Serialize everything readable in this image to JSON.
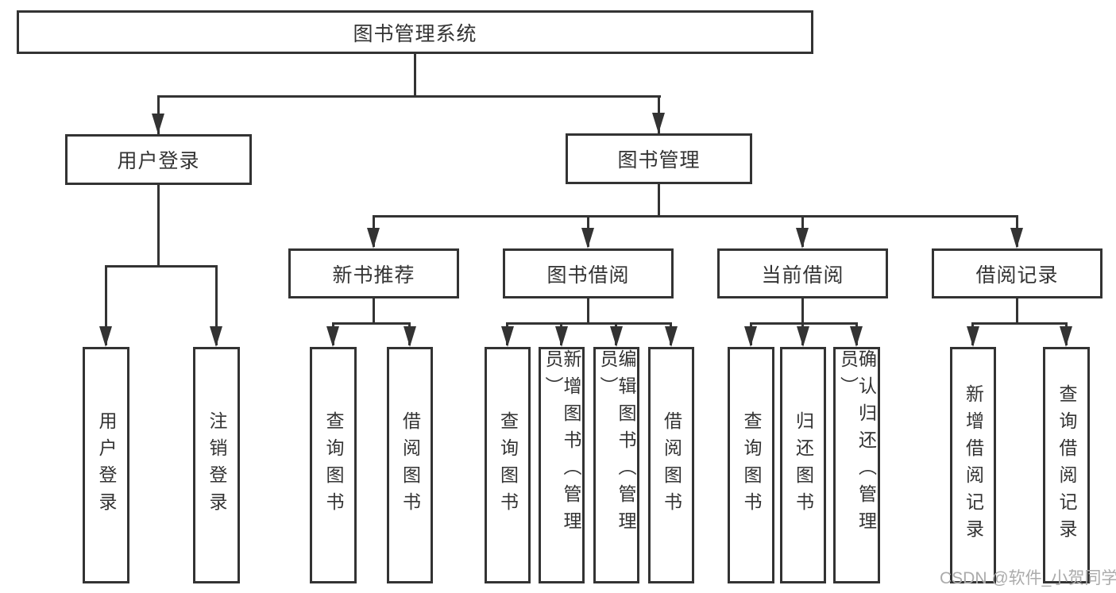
{
  "tree": {
    "label": "图书管理系统",
    "children": [
      {
        "label": "用户登录",
        "children": [
          {
            "label": "用户登录"
          },
          {
            "label": "注销登录"
          }
        ]
      },
      {
        "label": "图书管理",
        "children": [
          {
            "label": "新书推荐",
            "children": [
              {
                "label": "查询图书"
              },
              {
                "label": "借阅图书"
              }
            ]
          },
          {
            "label": "图书借阅",
            "children": [
              {
                "label": "查询图书"
              },
              {
                "label": "新增图书（管理员）"
              },
              {
                "label": "编辑图书（管理员）"
              },
              {
                "label": "借阅图书"
              }
            ]
          },
          {
            "label": "当前借阅",
            "children": [
              {
                "label": "查询图书"
              },
              {
                "label": "归还图书"
              },
              {
                "label": "确认归还（管理员）"
              }
            ]
          },
          {
            "label": "借阅记录",
            "children": [
              {
                "label": "新增借阅记录"
              },
              {
                "label": "查询借阅记录"
              }
            ]
          }
        ]
      }
    ]
  },
  "watermark": {
    "text": "CSDN @软件_小贺同学"
  },
  "colors": {
    "line": "#333333",
    "box_border": "#333333",
    "text": "#333333",
    "watermark": "#ababab",
    "background": "#ffffff"
  }
}
